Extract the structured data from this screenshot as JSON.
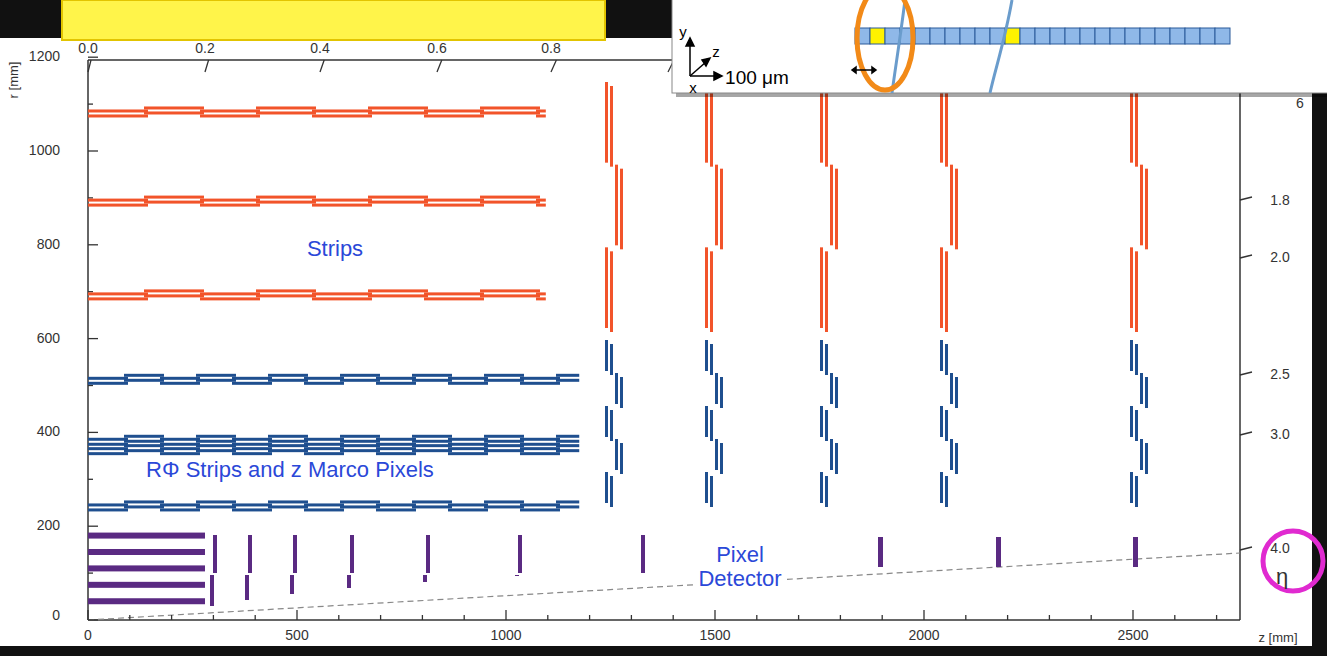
{
  "diagram": {
    "labels": [
      "0.0",
      "0.2",
      "0.4",
      "0.6",
      "0.8",
      "y",
      "z",
      "x",
      "100 μm",
      "6",
      "1.8",
      "2.0",
      "2.5",
      "3.0",
      "4.0",
      "η",
      "r [mm]",
      "1200",
      "1000",
      "800",
      "600",
      "400",
      "200",
      "0",
      "Strips",
      "RΦ Strips and z Marco Pixels",
      "Pixel Detector",
      "0",
      "500",
      "1000",
      "1500",
      "2000",
      "2500",
      "z [mm]"
    ]
  }
}
